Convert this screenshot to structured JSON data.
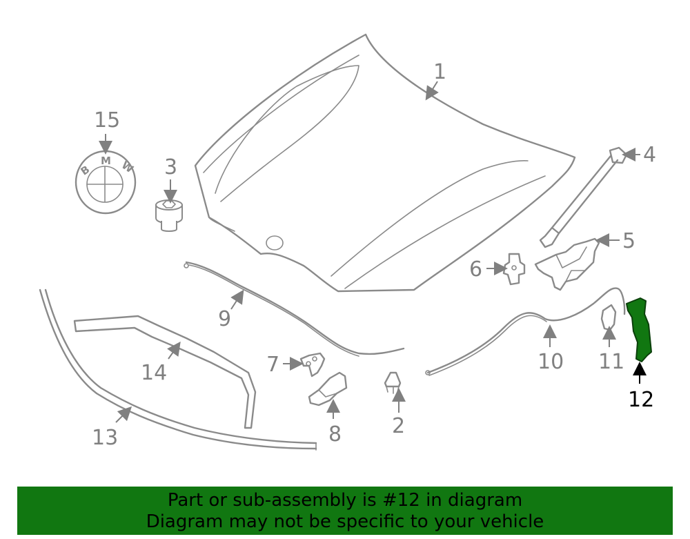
{
  "callouts": {
    "c1": "1",
    "c2": "2",
    "c3": "3",
    "c4": "4",
    "c5": "5",
    "c6": "6",
    "c7": "7",
    "c8": "8",
    "c9": "9",
    "c10": "10",
    "c11": "11",
    "c12": "12",
    "c13": "13",
    "c14": "14",
    "c15": "15"
  },
  "highlighted_part": "12",
  "logo": {
    "letter_b": "B",
    "letter_m": "M",
    "letter_w": "W"
  },
  "banner": {
    "line1": "Part or sub-assembly is #12 in diagram",
    "line2": "Diagram may not be specific to your vehicle",
    "background": "#117711"
  }
}
